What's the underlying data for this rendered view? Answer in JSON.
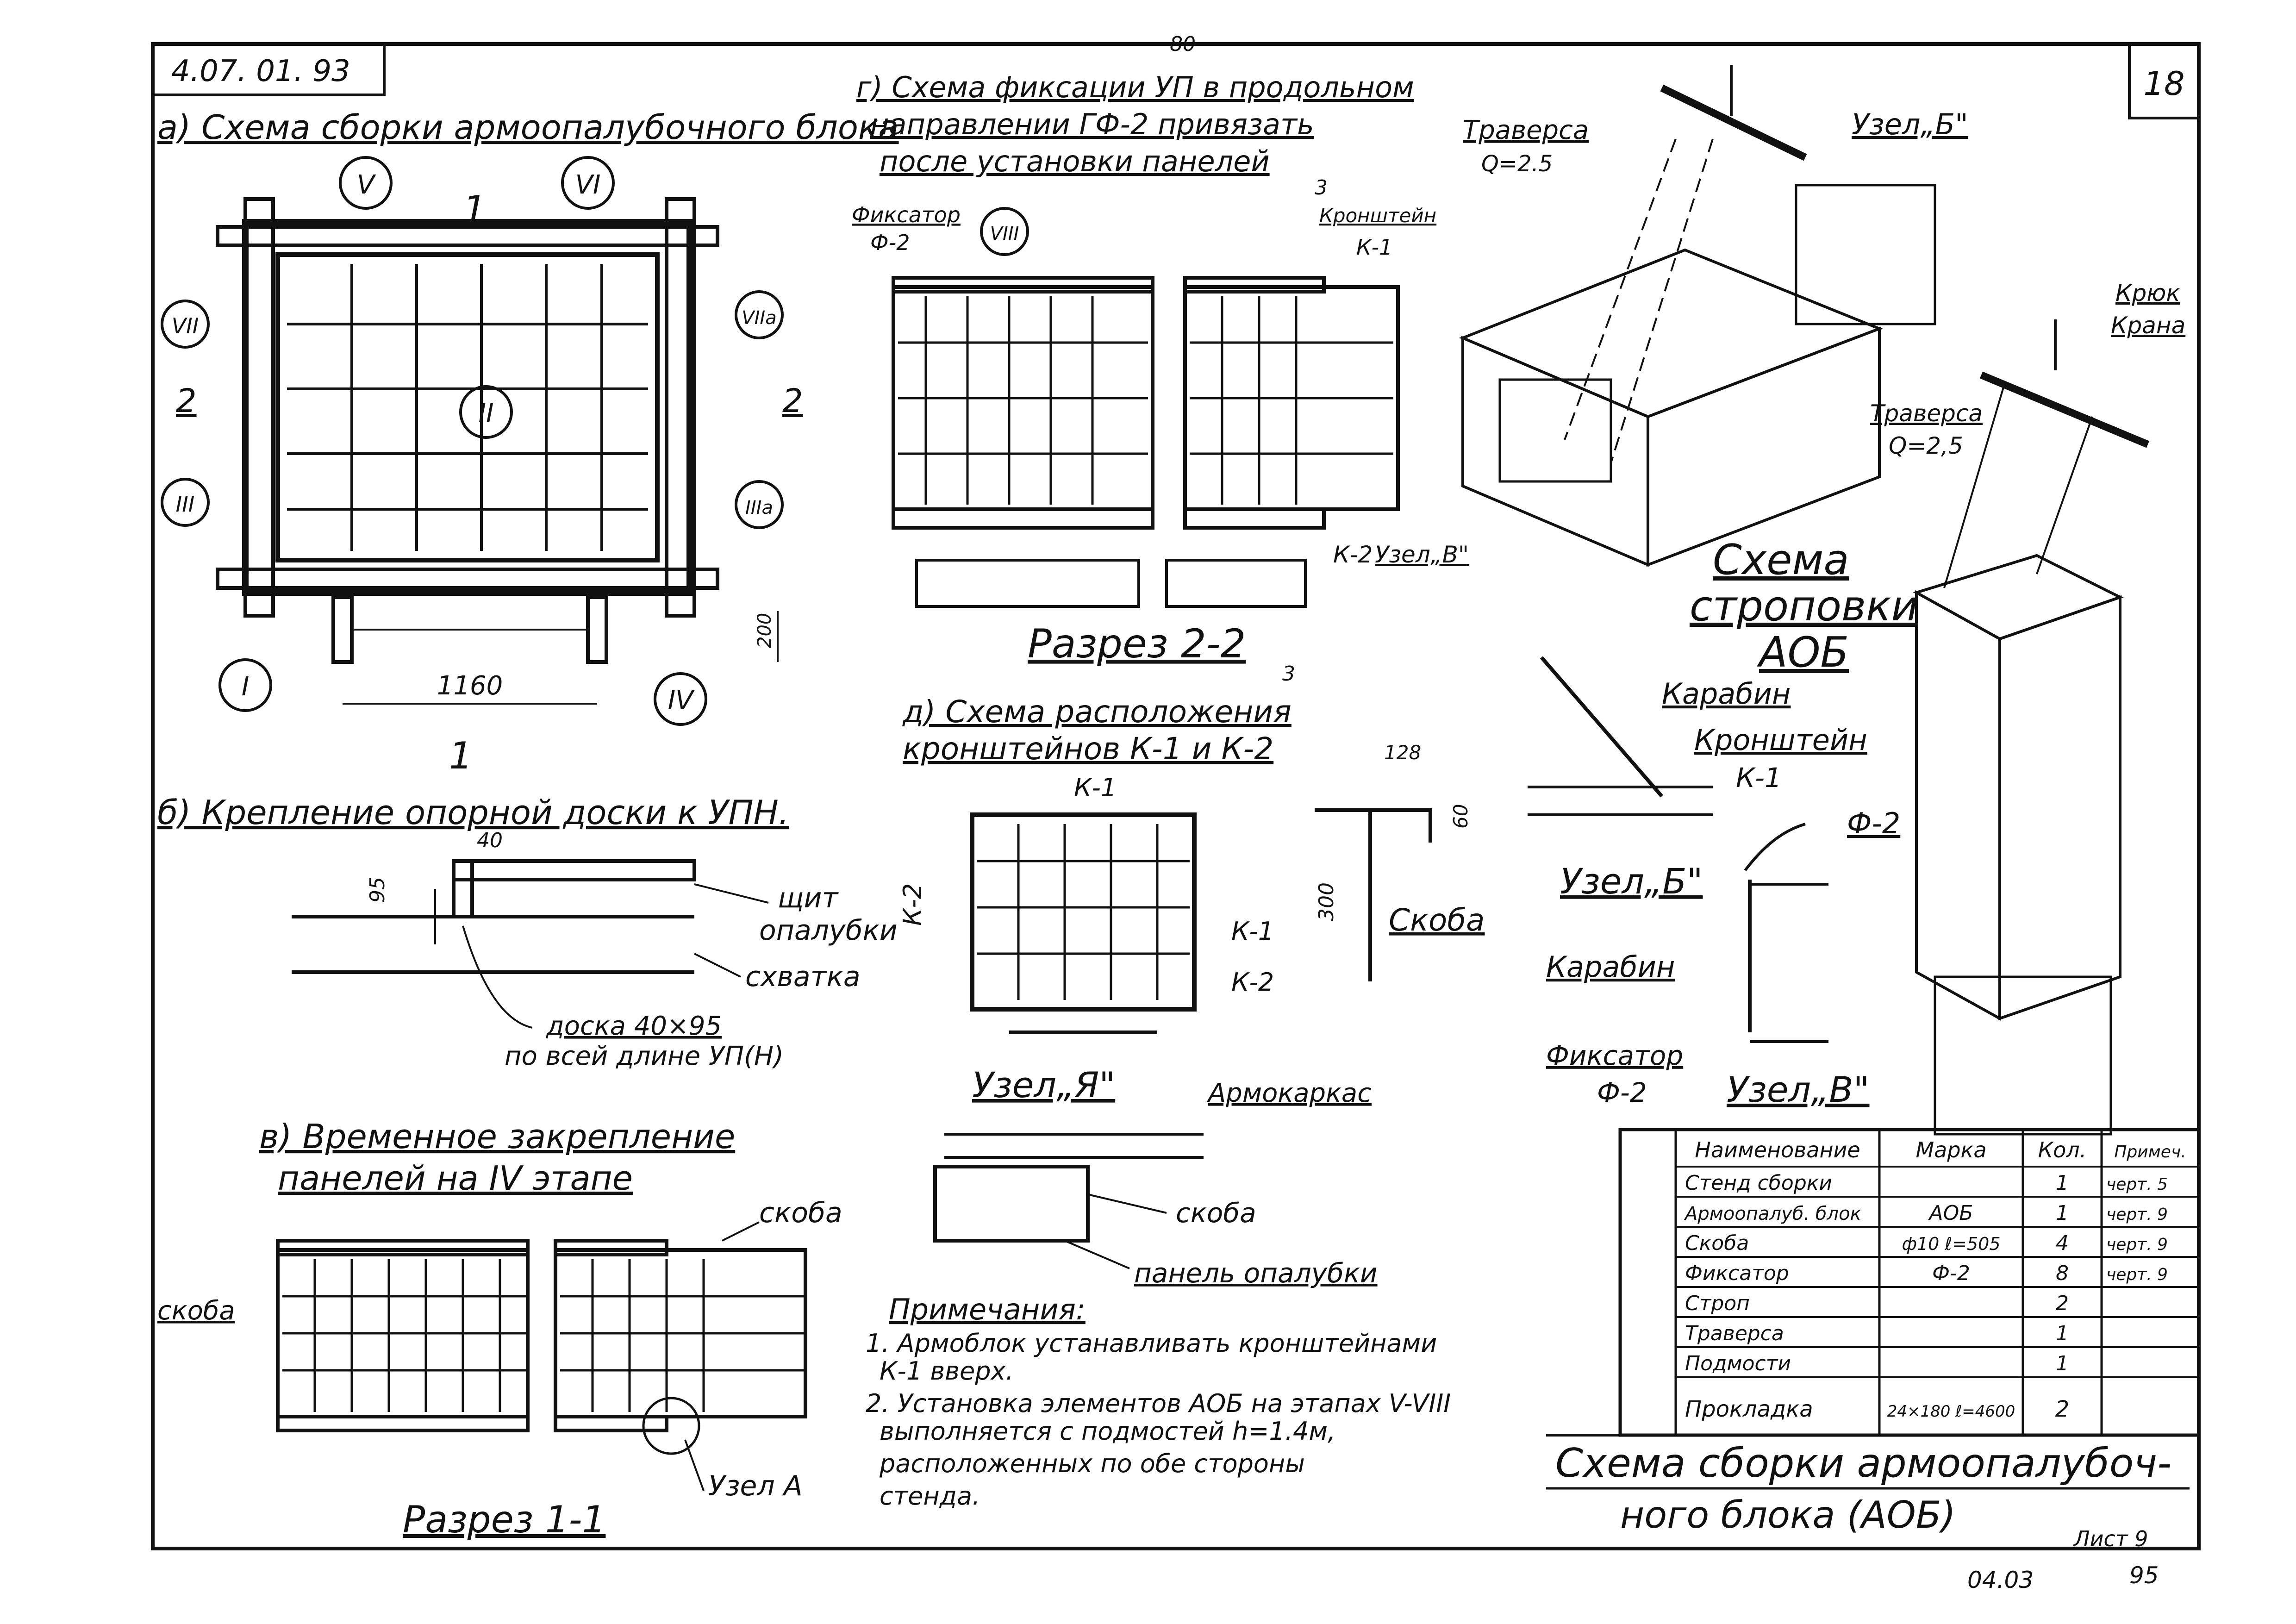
{
  "page_number": "80",
  "doc_code": "4.07. 01. 93",
  "sheet_number": "18",
  "panel_a": {
    "title": "а) Схема сборки армоопалубочного блока",
    "dimension_1160": "1160",
    "dimension_200": "200",
    "section_marks": [
      "1",
      "1",
      "2",
      "2"
    ],
    "roman_marks": [
      "V",
      "VI",
      "VII",
      "VIIа",
      "II",
      "III",
      "IIIа",
      "I",
      "IV"
    ]
  },
  "panel_b": {
    "title": "б) Крепление опорной доски к УПН.",
    "dimension_40": "40",
    "dimension_95": "95",
    "label_shield": "щит",
    "label_shield2": "опалубки",
    "label_clamp": "схватка",
    "label_board": "доска 40×95",
    "label_board2": "по всей длине УП(Н)"
  },
  "panel_v": {
    "title_line1": "в) Временное закрепление",
    "title_line2": "панелей на IV этапе",
    "label_skoba_left": "скоба",
    "label_skoba_right": "скоба",
    "label_node": "Узел А",
    "section_title": "Разрез 1-1"
  },
  "panel_g": {
    "title_line1": "г) Схема фиксации УП в продольном",
    "title_line2": "направлении ГФ-2 привязать",
    "title_line3": "после установки панелей",
    "label_fixator": "Фиксатор",
    "label_fixator_mark": "Ф-2",
    "label_viii": "VIII",
    "label_bracket": "Кронштейн",
    "label_bracket_mark": "К-1",
    "label_k2": "К-2",
    "label_node_v": "Узел„В\"",
    "section_mark": "3",
    "section_title": "Разрез 2-2",
    "section_mark2": "3"
  },
  "panel_d": {
    "title_line1": "д) Схема расположения",
    "title_line2": "кронштейнов К-1 и К-2",
    "label_k1_top": "К-1",
    "label_k2_side": "К-2",
    "label_k1_right": "К-1",
    "label_k2_right": "К-2",
    "dim_128": "128",
    "dim_60": "60",
    "dim_300": "300",
    "label_skoba": "Скоба"
  },
  "node_ya": {
    "title": "Узел„Я\"",
    "label_frame": "Армокаркас",
    "label_skoba": "скоба",
    "label_panel": "панель опалубки"
  },
  "slinging": {
    "traverse_top": "Траверса",
    "traverse_top_q": "Q=2.5",
    "node_b_label": "Узел„Б\"",
    "hook_label1": "Крюк",
    "hook_label2": "Крана",
    "traverse_bottom": "Траверса",
    "traverse_bottom_q": "Q=2,5",
    "title_line1": "Схема",
    "title_line2": "строповки",
    "title_line3": "АОБ"
  },
  "node_b": {
    "label_carabiner": "Карабин",
    "label_bracket": "Кронштейн",
    "label_bracket_mark": "К-1",
    "title": "Узел„Б\""
  },
  "node_v": {
    "label_f2": "Ф-2",
    "label_carabiner": "Карабин",
    "label_fixator": "Фиксатор",
    "label_f2b": "Ф-2",
    "title": "Узел„В\""
  },
  "table": {
    "headers": [
      "Наименование",
      "Марка",
      "Кол.",
      "Примеч."
    ],
    "rows": [
      [
        "Стенд сборки",
        "",
        "1",
        "черт. 5"
      ],
      [
        "Армоопалуб. блок",
        "АОБ",
        "1",
        "черт. 9"
      ],
      [
        "Скоба",
        "ф10 ℓ=505",
        "4",
        "черт. 9"
      ],
      [
        "Фиксатор",
        "Ф-2",
        "8",
        "черт. 9"
      ],
      [
        "Строп",
        "",
        "2",
        ""
      ],
      [
        "Траверса",
        "",
        "1",
        ""
      ],
      [
        "Подмости",
        "",
        "1",
        ""
      ],
      [
        "Прокладка",
        "24×180 ℓ=4600",
        "2",
        ""
      ]
    ]
  },
  "notes": {
    "heading": "Примечания:",
    "line1": "1. Армоблок устанавливать кронштейнами",
    "line2": "К-1 вверх.",
    "line3": "2. Установка элементов АОБ на этапах V-VIII",
    "line4": "выполняется с подмостей h=1.4м,",
    "line5": "расположенных по обе стороны",
    "line6": "стенда."
  },
  "title_block": {
    "line1": "Схема сборки армоопалубоч-",
    "line2": "ного блока (АОБ)",
    "sheet": "Лист 9",
    "footer_code": "04.03",
    "footer_num": "95"
  }
}
